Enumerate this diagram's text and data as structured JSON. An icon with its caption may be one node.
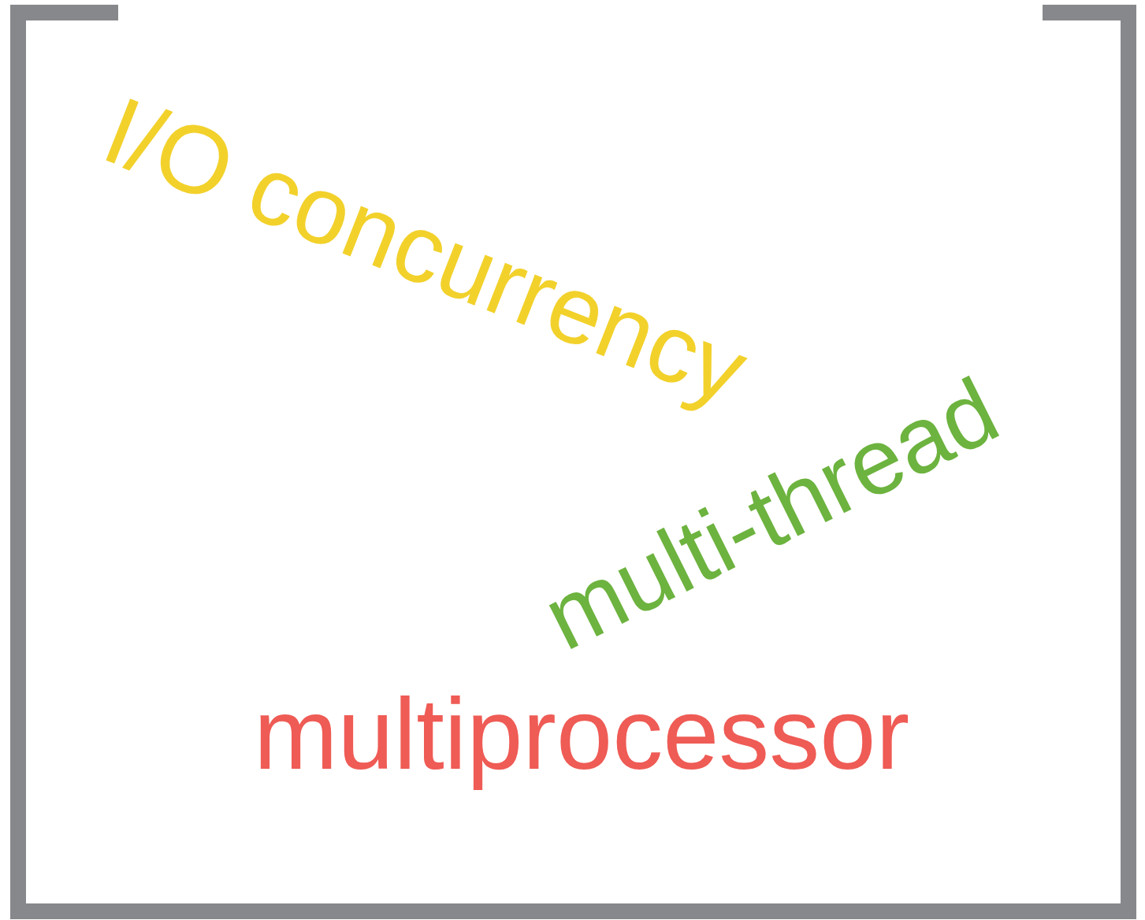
{
  "diagram": {
    "labels": [
      "I/O concurrency",
      "multi-thread",
      "multiprocessor"
    ]
  }
}
